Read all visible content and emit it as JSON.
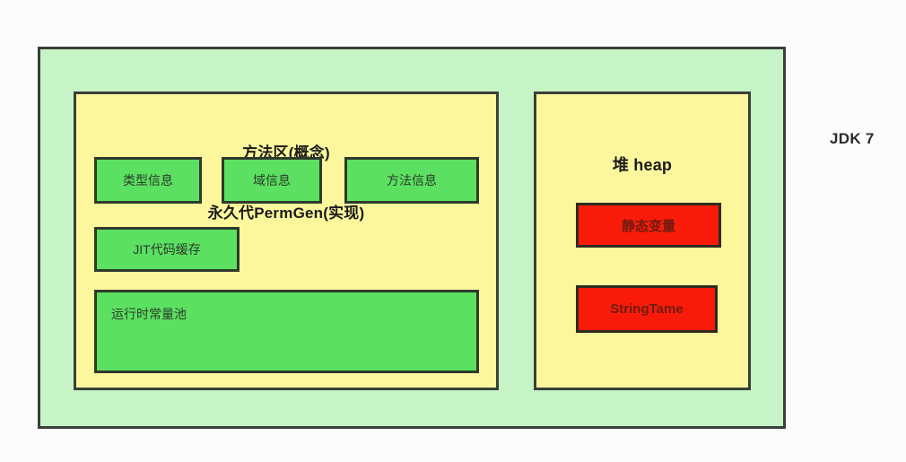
{
  "diagram": {
    "side_label": "JDK 7",
    "colors": {
      "container_fill": "#c6f4c6",
      "region_fill": "#fcf79c",
      "green_fill": "#5ce061",
      "red_fill": "#f91b09",
      "border": "#3a3f38",
      "page_background": "#fbfbfb"
    },
    "container": {
      "name": "jvm-memory-container"
    },
    "method_area": {
      "title_line1": "方法区(概念)",
      "title_line2": "永久代PermGen(实现)",
      "items": [
        {
          "label": "类型信息"
        },
        {
          "label": "域信息"
        },
        {
          "label": "方法信息"
        },
        {
          "label": "JIT代码缓存"
        },
        {
          "label": "运行时常量池"
        }
      ]
    },
    "heap": {
      "title": "堆 heap",
      "items": [
        {
          "label": "静态变量"
        },
        {
          "label": "StringTame"
        }
      ]
    }
  }
}
